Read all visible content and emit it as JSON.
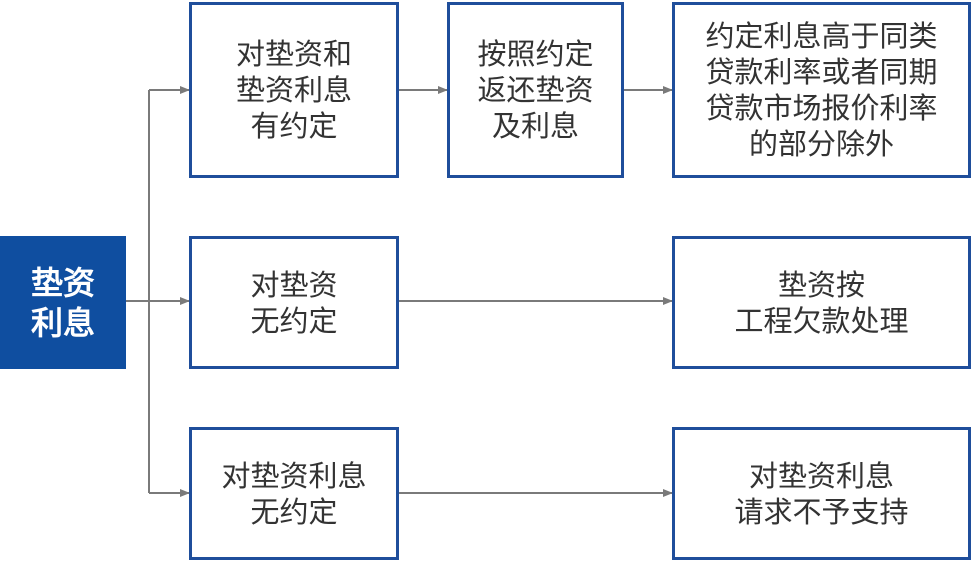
{
  "colors": {
    "root_fill": "#0f4ea0",
    "box_border": "#1f4e9b",
    "box_text": "#333333",
    "connector": "#7a7a7a"
  },
  "root": {
    "label": "垫资\n利息"
  },
  "branches": [
    {
      "condition": "对垫资和\n垫资利息\n有约定",
      "step": "按照约定\n返还垫资\n及利息",
      "result": "约定利息高于同类\n贷款利率或者同期\n贷款市场报价利率\n的部分除外"
    },
    {
      "condition": "对垫资\n无约定",
      "result": "垫资按\n工程欠款处理"
    },
    {
      "condition": "对垫资利息\n无约定",
      "result": "对垫资利息\n请求不予支持"
    }
  ]
}
